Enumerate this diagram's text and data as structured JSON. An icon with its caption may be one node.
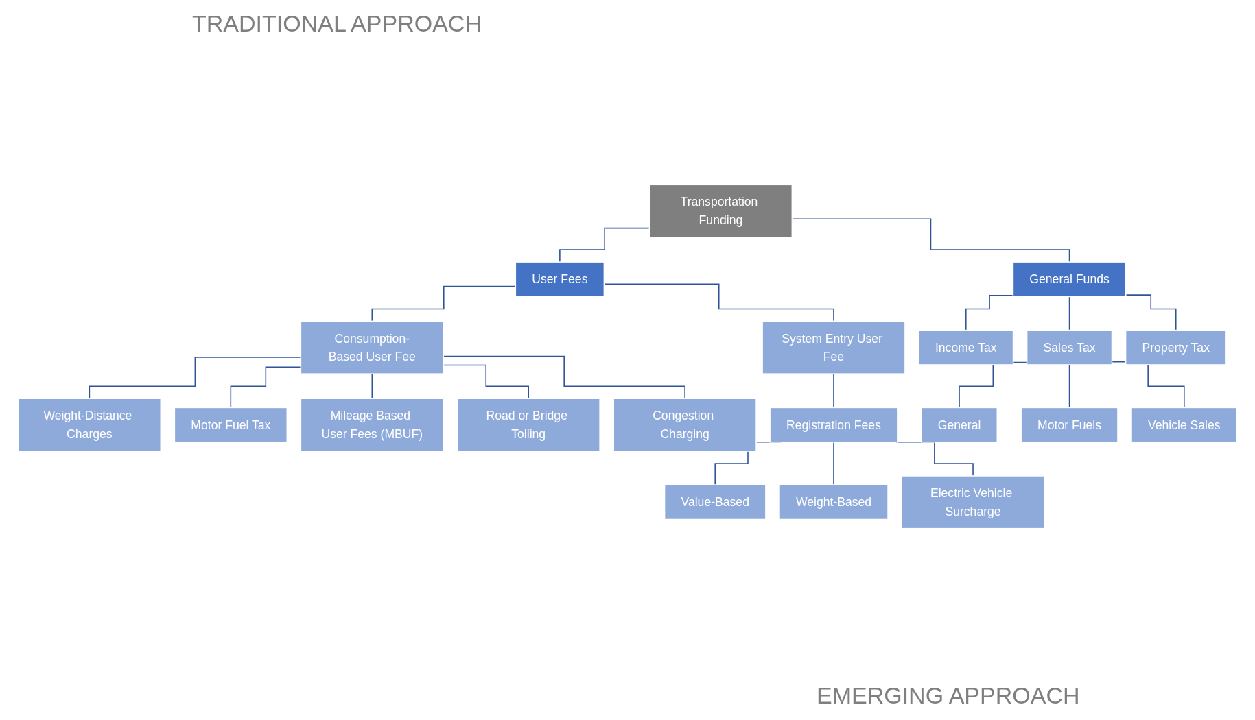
{
  "diagram": {
    "nodes": [
      {
        "text": [
          "Transportation Funding"
        ]
      },
      {
        "text": [
          "User Fees"
        ]
      },
      {
        "text": [
          "General Funds"
        ]
      },
      {
        "text": [
          "Consumption-Based User Fee"
        ]
      },
      {
        "text": [
          "System Entry User Fee"
        ]
      },
      {
        "text": [
          "Income Tax"
        ]
      },
      {
        "text": [
          "Sales Tax"
        ]
      },
      {
        "text": [
          "Property Tax"
        ]
      },
      {
        "text": [
          "Weight-Distance Charges"
        ]
      },
      {
        "text": [
          "Motor Fuel Tax"
        ]
      },
      {
        "text": [
          "Mileage Based User Fees (MBUF)"
        ]
      },
      {
        "text": [
          "Road or Bridge Tolling"
        ]
      },
      {
        "text": [
          "Congestion Charging"
        ]
      },
      {
        "text": [
          "Registration Fees"
        ]
      },
      {
        "text": [
          "Value-Based"
        ]
      },
      {
        "text": [
          "Weight-Based"
        ]
      },
      {
        "text": [
          "Electric Vehicle Surcharge"
        ]
      },
      {
        "text": [
          "General"
        ]
      },
      {
        "text": [
          "Motor Fuels"
        ]
      },
      {
        "text": [
          "Vehicle Sales"
        ]
      }
    ],
    "edges": [
      {
        "from": 0,
        "to": 1,
        "arrow": "none"
      },
      {
        "from": 0,
        "to": 2,
        "arrow": "none"
      },
      {
        "from": 1,
        "to": 3,
        "arrow": "none"
      },
      {
        "from": 1,
        "to": 4,
        "arrow": "none"
      },
      {
        "from": 2,
        "to": 5,
        "arrow": "none"
      },
      {
        "from": 2,
        "to": 6,
        "arrow": "none"
      },
      {
        "from": 2,
        "to": 7,
        "arrow": "none"
      },
      {
        "from": 3,
        "to": 8,
        "arrow": "none"
      },
      {
        "from": 3,
        "to": 9,
        "arrow": "none"
      },
      {
        "from": 3,
        "to": 10,
        "arrow": "none"
      },
      {
        "from": 3,
        "to": 11,
        "arrow": "none"
      },
      {
        "from": 3,
        "to": 12,
        "arrow": "none"
      },
      {
        "from": 4,
        "to": 13,
        "arrow": "none"
      },
      {
        "from": 13,
        "to": 14,
        "arrow": "none"
      },
      {
        "from": 13,
        "to": 15,
        "arrow": "none"
      },
      {
        "from": 13,
        "to": 16,
        "arrow": "none"
      },
      {
        "from": 6,
        "to": 17,
        "arrow": "none"
      },
      {
        "from": 6,
        "to": 18,
        "arrow": "none"
      },
      {
        "from": 6,
        "to": 19,
        "arrow": "none"
      }
    ],
    "labels": [
      "TRADITIONAL APPROACH",
      "EMERGING APPROACH"
    ]
  }
}
